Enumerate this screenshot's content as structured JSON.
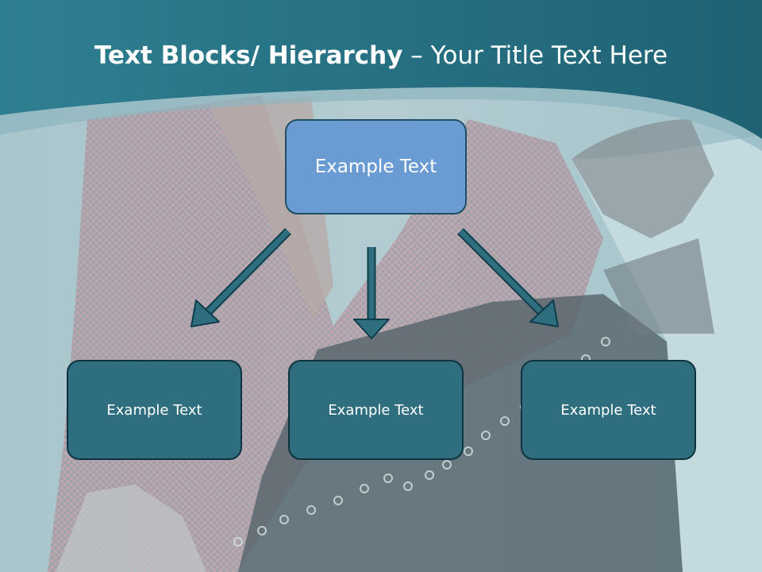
{
  "title": {
    "bold_part": "Text Blocks/ Hierarchy",
    "rest_part": " – Your Title Text Here"
  },
  "hierarchy": {
    "top": "Example Text",
    "children": [
      "Example Text",
      "Example Text",
      "Example Text"
    ]
  },
  "colors": {
    "header_band": "#2b7a8d",
    "top_box": "#6a9bd3",
    "child_box": "#2e6e7e",
    "arrow": "#2e6e7e"
  }
}
